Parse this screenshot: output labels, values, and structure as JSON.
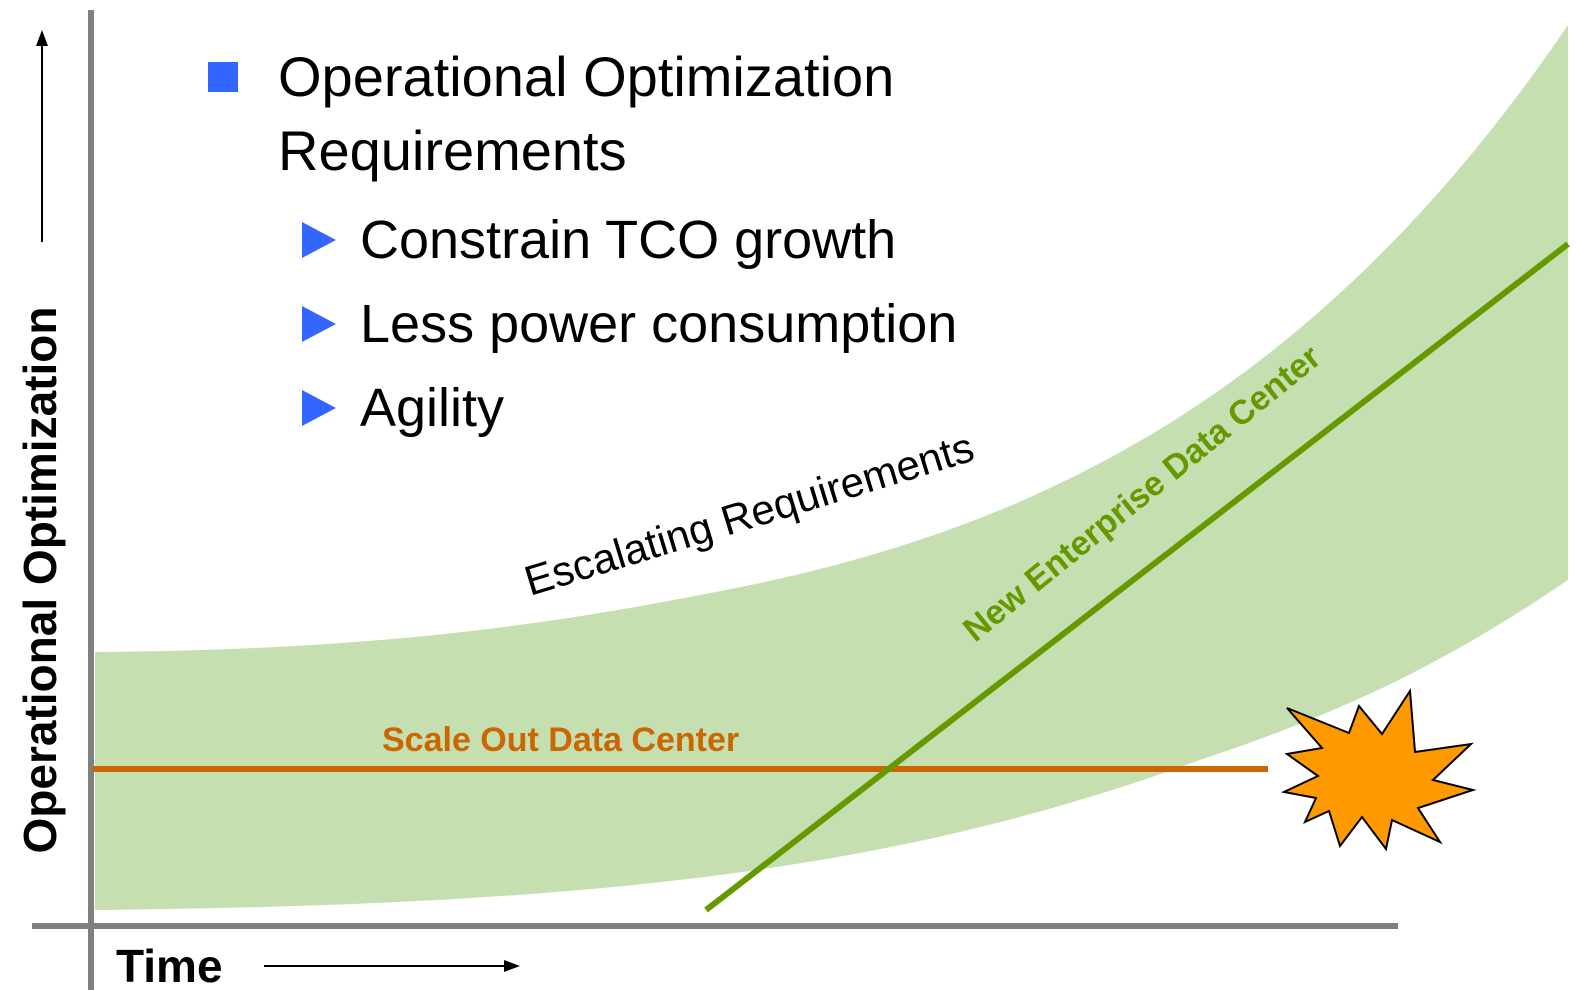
{
  "axes": {
    "y_label": "Operational Optimization",
    "x_label": "Time"
  },
  "bullets": {
    "main": "Operational Optimization Requirements",
    "main_line1": "Operational Optimization",
    "main_line2": "Requirements",
    "items": [
      {
        "label": "Constrain TCO growth"
      },
      {
        "label": "Less power consumption"
      },
      {
        "label": "Agility"
      }
    ]
  },
  "curves": {
    "band_label": "Escalating Requirements",
    "scale_out_label": "Scale Out Data Center",
    "enterprise_label": "New Enterprise Data Center"
  },
  "colors": {
    "band": "#c5dfb0",
    "scale_out": "#cc6600",
    "enterprise": "#669900",
    "axis": "#808080",
    "bullet_square": "#3366ff",
    "bullet_triangle": "#3366ff",
    "starburst": "#ff9900"
  },
  "icons": {
    "bullet_square": "blue-square-icon",
    "bullet_triangle": "blue-triangle-icon",
    "starburst": "explosion-starburst-icon",
    "y_arrow": "arrow-up-icon",
    "x_arrow": "arrow-right-icon"
  }
}
